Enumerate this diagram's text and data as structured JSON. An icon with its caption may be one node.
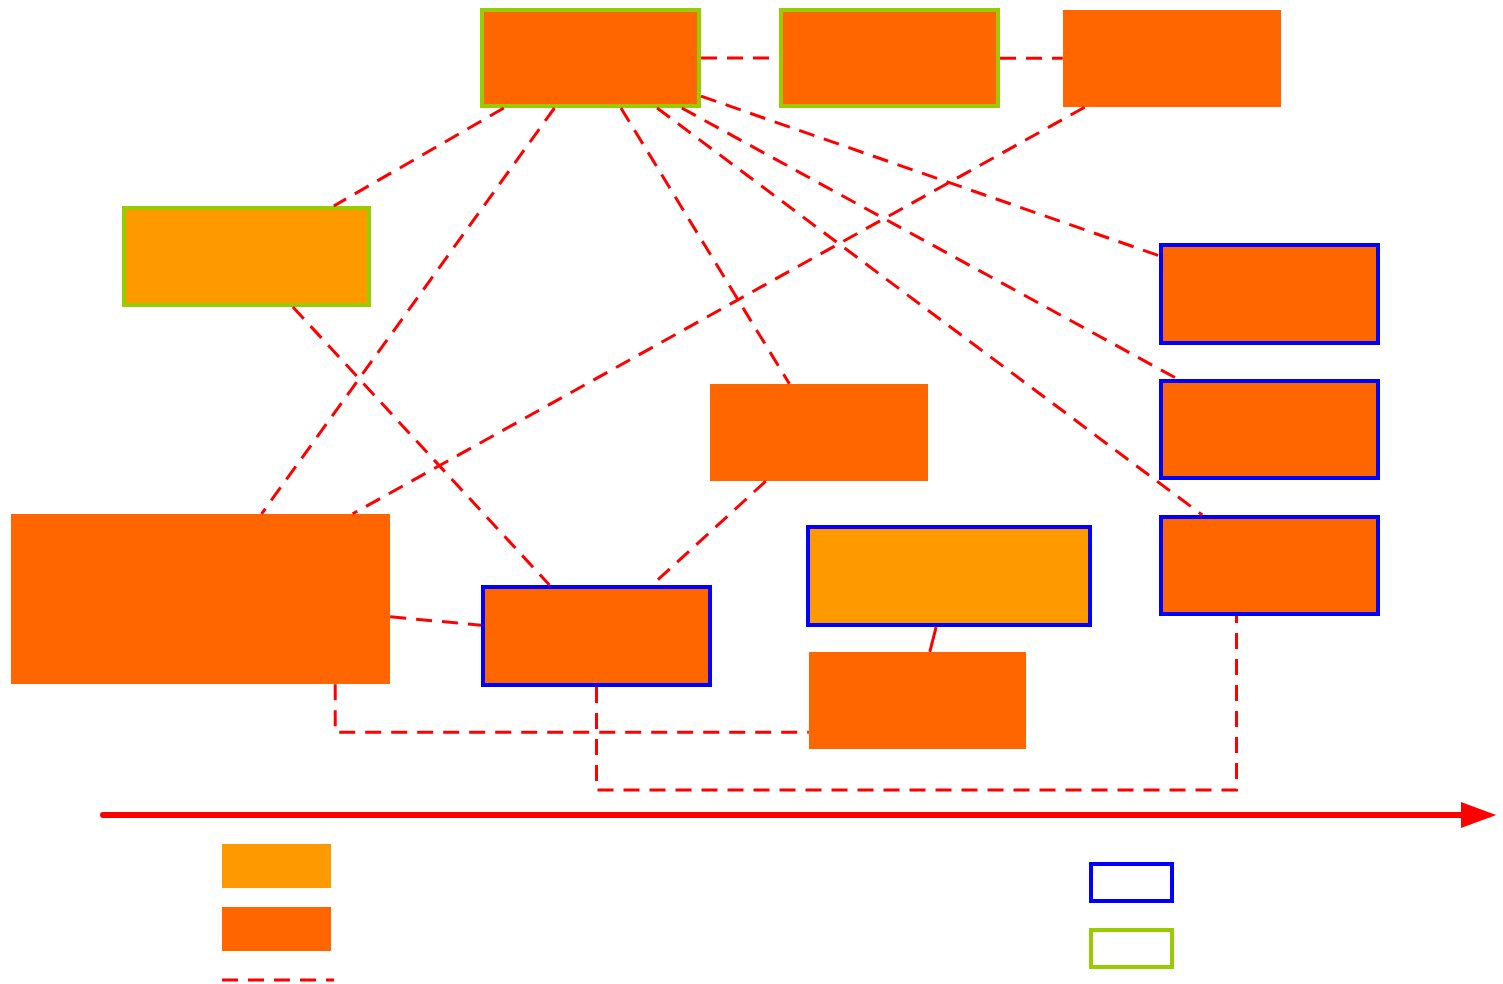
{
  "diagram": {
    "nodes": [
      {
        "text": [],
        "shape": "box"
      },
      {
        "text": [],
        "shape": "box"
      },
      {
        "text": [],
        "shape": "box"
      },
      {
        "text": [],
        "shape": "box"
      },
      {
        "text": [],
        "shape": "box"
      },
      {
        "text": [],
        "shape": "box"
      },
      {
        "text": [],
        "shape": "box"
      },
      {
        "text": [],
        "shape": "box"
      },
      {
        "text": [],
        "shape": "box"
      },
      {
        "text": [],
        "shape": "box"
      },
      {
        "text": [],
        "shape": "box"
      },
      {
        "text": [],
        "shape": "box"
      }
    ],
    "edges": [
      {
        "from": 0,
        "to": 1,
        "arrow": "none",
        "style": "dashed"
      },
      {
        "from": 1,
        "to": 2,
        "arrow": "none",
        "style": "dashed"
      },
      {
        "from": 0,
        "to": 3,
        "arrow": "none",
        "style": "dashed"
      },
      {
        "from": 0,
        "to": 7,
        "arrow": "none",
        "style": "dashed"
      },
      {
        "from": 0,
        "to": 6,
        "arrow": "none",
        "style": "dashed"
      },
      {
        "from": 0,
        "to": 8,
        "arrow": "none",
        "style": "dashed"
      },
      {
        "from": 0,
        "to": 5,
        "arrow": "none",
        "style": "dashed"
      },
      {
        "from": 0,
        "to": 4,
        "arrow": "none",
        "style": "dashed"
      },
      {
        "from": 2,
        "to": 7,
        "arrow": "none",
        "style": "dashed"
      },
      {
        "from": 3,
        "to": 10,
        "arrow": "none",
        "style": "dashed"
      },
      {
        "from": 5,
        "to": 10,
        "arrow": "none",
        "style": "dashed"
      },
      {
        "from": 7,
        "to": 10,
        "arrow": "none",
        "style": "dashed"
      },
      {
        "from": 9,
        "to": 11,
        "arrow": "none"
      },
      {
        "from": 7,
        "to": 11,
        "arrow": "none",
        "style": "dashed"
      },
      {
        "from": 10,
        "to": 8,
        "arrow": "none",
        "style": "dashed"
      }
    ]
  }
}
